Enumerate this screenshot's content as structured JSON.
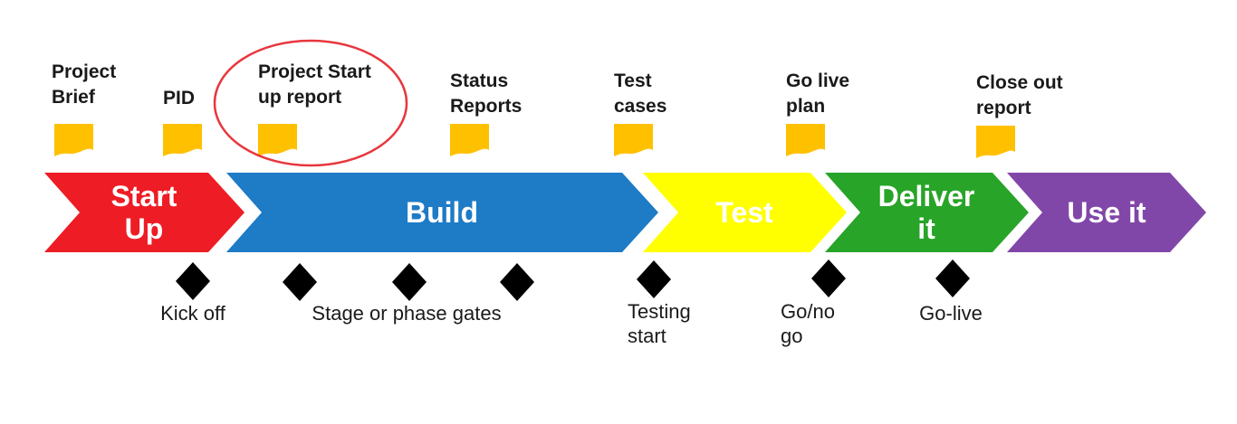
{
  "diagram": {
    "type": "project-lifecycle-process-diagram",
    "phases": [
      {
        "label": "Start Up",
        "color": "#EE1C25"
      },
      {
        "label": "Build",
        "color": "#1E7BC6"
      },
      {
        "label": "Test",
        "color": "#FFFF00"
      },
      {
        "label": "Deliver it",
        "color": "#28A428"
      },
      {
        "label": "Use it",
        "color": "#8147A8"
      }
    ],
    "documents": [
      {
        "label": "Project Brief",
        "highlighted": false
      },
      {
        "label": "PID",
        "highlighted": false
      },
      {
        "label": "Project Start up report",
        "highlighted": true
      },
      {
        "label": "Status Reports",
        "highlighted": false
      },
      {
        "label": "Test cases",
        "highlighted": false
      },
      {
        "label": "Go live plan",
        "highlighted": false
      },
      {
        "label": "Close out report",
        "highlighted": false
      }
    ],
    "milestones": [
      {
        "label": "Kick off"
      },
      {
        "label": "Stage or phase gates"
      },
      {
        "label": "Testing start"
      },
      {
        "label": "Go/no go"
      },
      {
        "label": "Go-live"
      }
    ],
    "colors": {
      "document_icon": "#FFC000",
      "milestone_diamond": "#000000",
      "highlight_ellipse": "#E8363D",
      "label_text": "#1A1A1A",
      "phase_text": "#FFFFFF",
      "background": "#FFFFFF"
    }
  }
}
